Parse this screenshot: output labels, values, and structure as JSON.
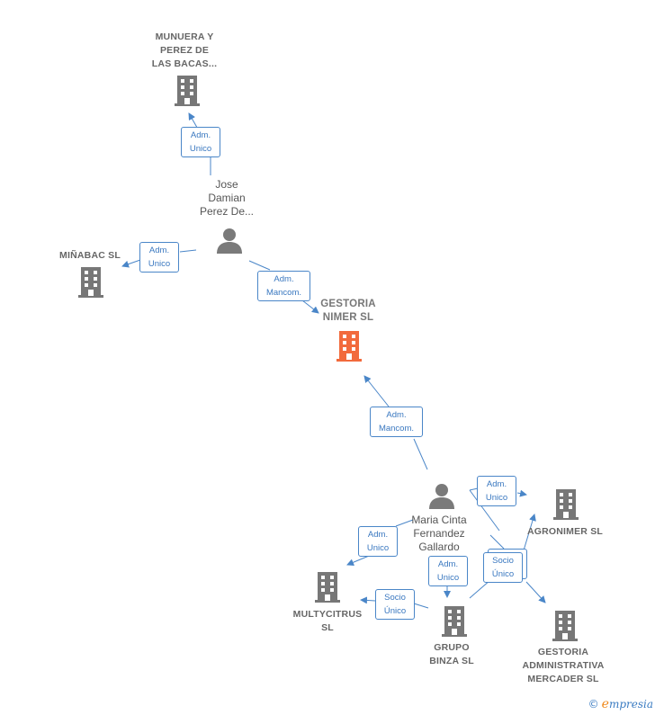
{
  "colors": {
    "edge": "#4a86c8",
    "building": "#777777",
    "focus_building": "#f26a3c",
    "person": "#7a7a7a"
  },
  "nodes": {
    "munuera": {
      "label": "MUNUERA Y\nPEREZ DE\nLAS BACAS...",
      "icon": "building-icon"
    },
    "jose": {
      "label": "Jose\nDamian\nPerez De...",
      "icon": "person-icon"
    },
    "minabac": {
      "label": "MIÑABAC SL",
      "icon": "building-icon"
    },
    "gestoria_nimer": {
      "label": "GESTORIA\nNIMER  SL",
      "icon": "building-icon"
    },
    "maria": {
      "label": "Maria Cinta\nFernandez\nGallardo",
      "icon": "person-icon"
    },
    "agronimer": {
      "label": "AGRONIMER SL",
      "icon": "building-icon"
    },
    "multycitrus": {
      "label": "MULTYCITRUS\nSL",
      "icon": "building-icon"
    },
    "grupo_binza": {
      "label": "GRUPO\nBINZA  SL",
      "icon": "building-icon"
    },
    "gestoria_mercader": {
      "label": "GESTORIA\nADMINISTRATIVA\nMERCADER SL",
      "icon": "building-icon"
    }
  },
  "edges": {
    "jose_munuera": "Adm.\nUnico",
    "jose_minabac": "Adm.\nUnico",
    "jose_nimer": "Adm.\nMancom.",
    "maria_nimer": "Adm.\nMancom.",
    "maria_agronimer": "Adm.\nUnico",
    "maria_multycitrus": "Adm.\nUnico",
    "maria_binza": "Adm.\nUnico",
    "binza_multycitrus": "Socio\nÚnico",
    "binza_others": "Socio\nÚnico"
  },
  "footer": {
    "copyright": "©",
    "brand_initial": "e",
    "brand_rest": "mpresia"
  }
}
